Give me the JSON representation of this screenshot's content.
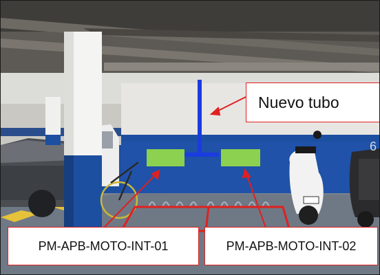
{
  "photo": {
    "label_new_tube": "Nuevo tubo",
    "label_spot_left": "PM-APB-MOTO-INT-01",
    "label_spot_right": "PM-APB-MOTO-INT-02",
    "wall_number": "6"
  },
  "colors": {
    "annotation_line": "#e02020",
    "new_tube": "#1a3be0",
    "spot_marker": "#8cd14f",
    "wall_blue": "#1d4fa0"
  }
}
